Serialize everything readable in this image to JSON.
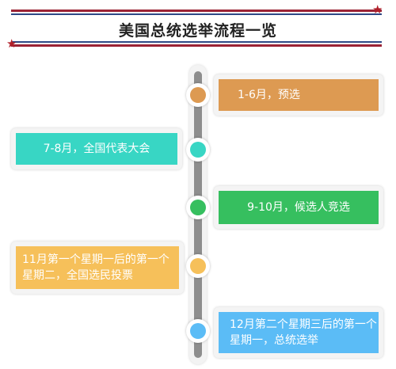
{
  "title": "美国总统选举流程一览",
  "colors": {
    "red": "#9b2335",
    "blue": "#2e4a86",
    "step1": "#dd9a52",
    "step2": "#38d6c4",
    "step3": "#36bf5f",
    "step4": "#f6c05a",
    "step5": "#5bbcf6"
  },
  "steps": [
    {
      "label": "1-6月，预选"
    },
    {
      "label": "7-8月，全国代表大会"
    },
    {
      "label": "9-10月，候选人竞选"
    },
    {
      "label": "11月第一个星期一后的第一个星期二，全国选民投票"
    },
    {
      "label": "12月第二个星期三后的第一个星期一，总统选举"
    }
  ]
}
